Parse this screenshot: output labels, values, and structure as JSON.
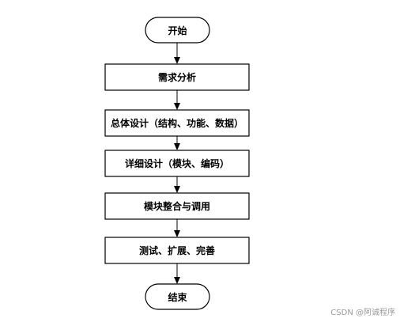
{
  "flowchart": {
    "start_label": "开始",
    "steps": [
      "需求分析",
      "总体设计（结构、功能、数据）",
      "详细设计（模块、编码）",
      "模块整合与调用",
      "测试、扩展、完善"
    ],
    "end_label": "结束"
  },
  "watermark": "CSDN @阿诚程序",
  "colors": {
    "stroke": "#000000",
    "fill": "#ffffff",
    "watermark": "#9a9a9a"
  }
}
